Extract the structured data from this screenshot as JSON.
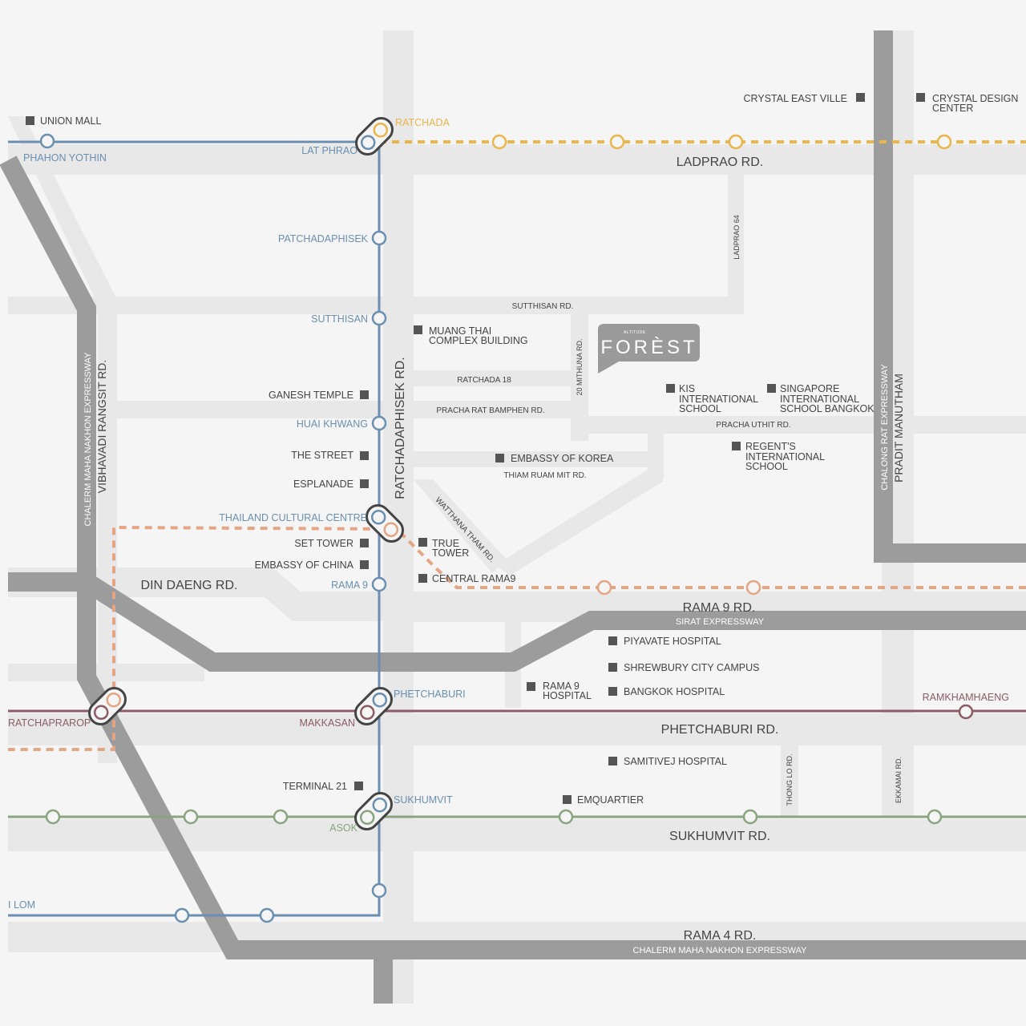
{
  "colors": {
    "background": "#f5f5f5",
    "minor_road": "#e8e8e8",
    "expressway": "#9c9c9c",
    "mrt_blue": "#6a8fb0",
    "mrt_orange_dashed": "#e3a583",
    "mrt_yellow_dashed": "#eab64c",
    "airport_link": "#8c5c66",
    "bts_green": "#88a580",
    "landmark": "#555555",
    "label_dark": "#444444",
    "label_blue": "#6a8fb0"
  },
  "roads": {
    "ladprao": "LADPRAO RD.",
    "ladprao64": "LADPRAO 64",
    "sutthisan": "SUTTHISAN RD.",
    "ratchada18": "RATCHADA 18",
    "mithuna": "20 MITHUNA RD.",
    "pracha_rat": "PRACHA RAT BAMPHEN RD.",
    "pracha_uthit": "PRACHA UTHIT RD.",
    "thiam_ruam_mit": "THIAM RUAM MIT RD.",
    "watthana_tham": "WATTHANA THAM RD.",
    "ratchadaphisek": "RATCHADAPHISEK RD.",
    "vibhavadi": "VIBHAVADI RANGSIT RD.",
    "chalerm_vertical": "CHALERM MAHA NAKHON EXPRESSWAY",
    "chalong_rat": "CHALONG RAT EXPRESSWAY",
    "pradit_manutham": "PRADIT MANUTHAM",
    "din_daeng": "DIN DAENG RD.",
    "rama9": "RAMA 9 RD.",
    "sirat": "SIRAT EXPRESSWAY",
    "phetchaburi": "PHETCHABURI RD.",
    "thong_lo": "THONG LO RD.",
    "ekkamai": "EKKAMAI RD.",
    "sukhumvit": "SUKHUMVIT RD.",
    "rama4": "RAMA 4 RD.",
    "chalerm_bottom": "CHALERM MAHA NAKHON EXPRESSWAY"
  },
  "stations": {
    "phahon_yothin": "PHAHON YOTHIN",
    "lat_phrao": "LAT PHRAO",
    "ratchada": "RATCHADA",
    "patchadaphisek": "PATCHADAPHISEK",
    "sutthisan": "SUTTHISAN",
    "huai_khwang": "HUAI KHWANG",
    "thailand_cultural_centre": "THAILAND CULTURAL CENTRE",
    "rama9": "RAMA 9",
    "phetchaburi": "PHETCHABURI",
    "makkasan": "MAKKASAN",
    "ratchaprarop": "RATCHAPRAROP",
    "ramkhamhaeng": "RAMKHAMHAENG",
    "sukhumvit": "SUKHUMVIT",
    "asok": "ASOK",
    "si_lom": "I LOM"
  },
  "landmarks": {
    "union_mall": "UNION MALL",
    "crystal_east_ville": "CRYSTAL EAST VILLE",
    "crystal_design_center": [
      "CRYSTAL DESIGN",
      "CENTER"
    ],
    "muang_thai": [
      "MUANG THAI",
      "COMPLEX BUILDING"
    ],
    "ganesh_temple": "GANESH TEMPLE",
    "the_street": "THE STREET",
    "esplanade": "ESPLANADE",
    "set_tower": "SET TOWER",
    "embassy_of_china": "EMBASSY OF CHINA",
    "true_tower": [
      "TRUE",
      "TOWER"
    ],
    "central_rama9": "CENTRAL RAMA9",
    "embassy_of_korea": "EMBASSY OF KOREA",
    "kis": [
      "KIS",
      "INTERNATIONAL",
      "SCHOOL"
    ],
    "singapore_school": [
      "SINGAPORE",
      "INTERNATIONAL",
      "SCHOOL BANGKOK"
    ],
    "regents": [
      "REGENT'S",
      "INTERNATIONAL",
      "SCHOOL"
    ],
    "piyavate": "PIYAVATE HOSPITAL",
    "shrewsbury": "SHREWBURY CITY CAMPUS",
    "bangkok_hospital": "BANGKOK HOSPITAL",
    "rama9_hospital": [
      "RAMA 9",
      "HOSPITAL"
    ],
    "samitivej": "SAMITIVEJ HOSPITAL",
    "terminal21": "TERMINAL 21",
    "emquartier": "EMQUARTIER"
  },
  "project": {
    "brand_small": "ALTITUDE",
    "brand_name": "FORÈST"
  }
}
